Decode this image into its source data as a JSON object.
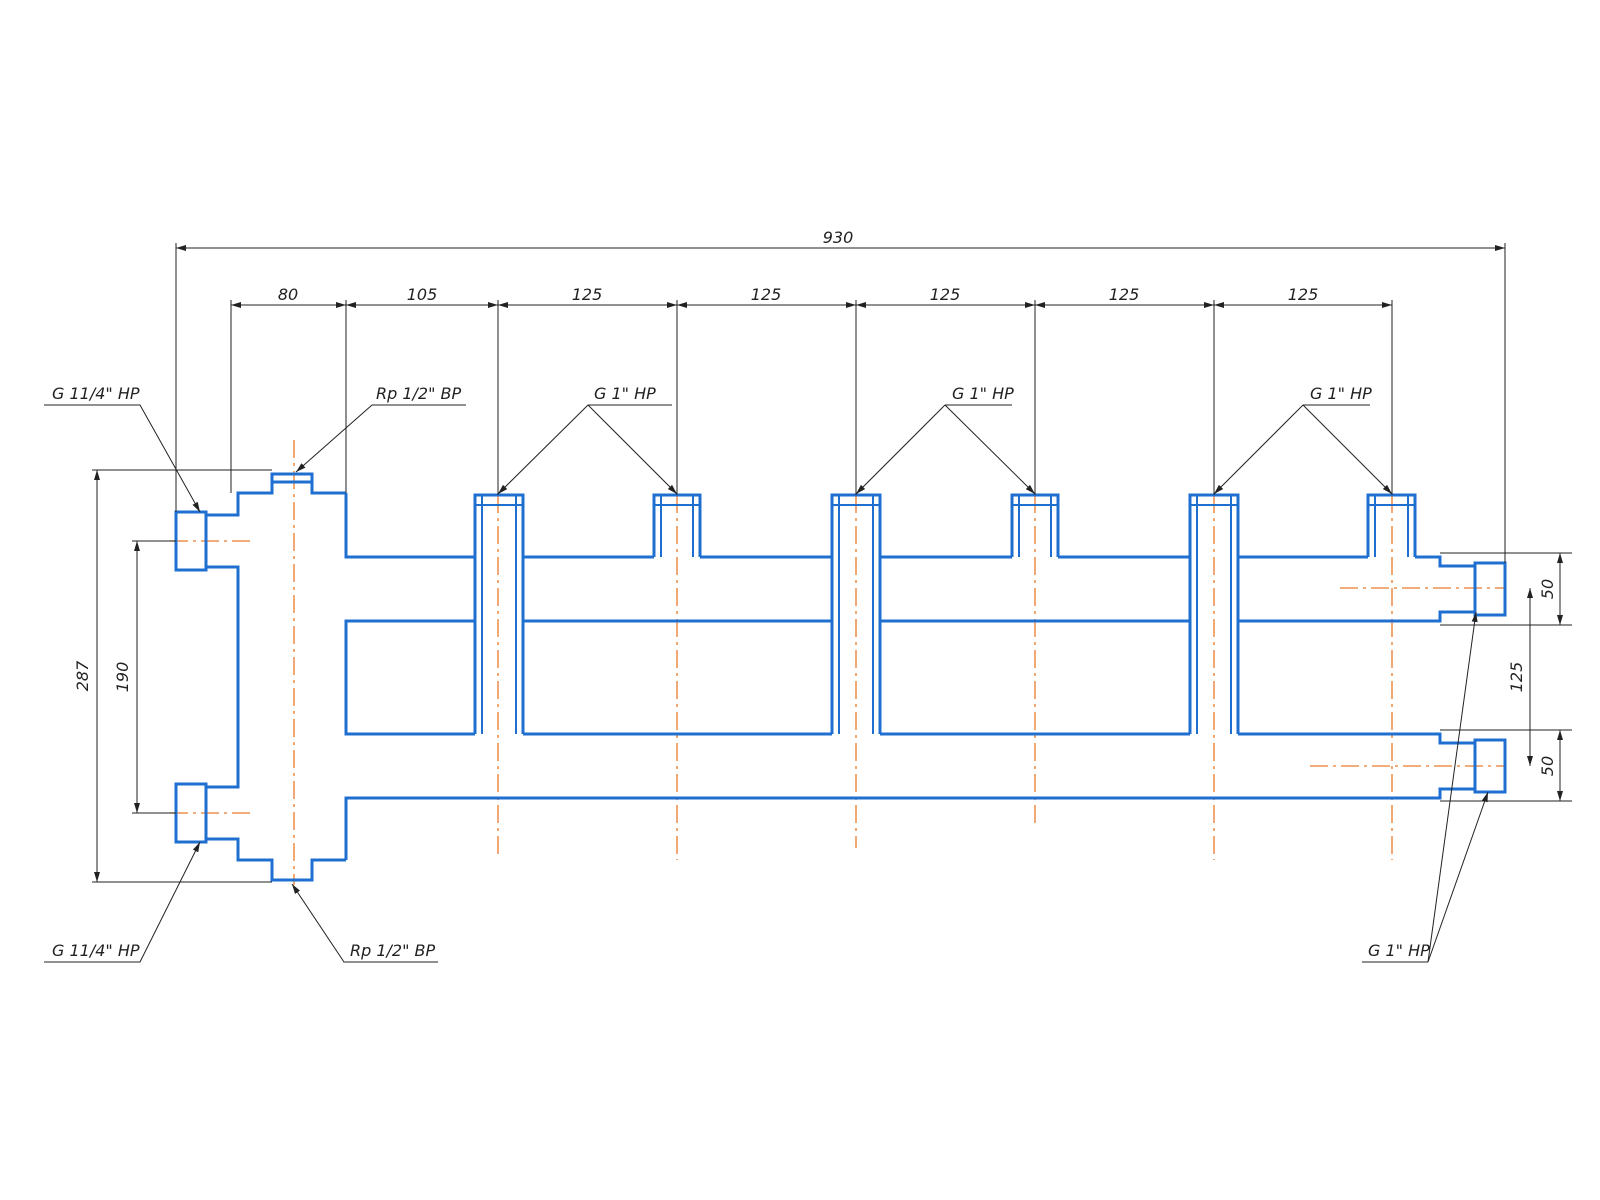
{
  "dimensions": {
    "overall": "930",
    "s1": "80",
    "s2": "105",
    "s3": "125",
    "s4": "125",
    "s5": "125",
    "s6": "125",
    "s7": "125",
    "height_total": "287",
    "height_inner": "190",
    "right_upper": "50",
    "right_mid": "125",
    "right_lower": "50"
  },
  "labels": {
    "left_top": "G 11/4\" НР",
    "left_bottom": "G 11/4\" НР",
    "vent_top": "Rp 1/2\" ВР",
    "vent_bottom": "Rp 1/2\" ВР",
    "outlet_1": "G 1\" НР",
    "outlet_2": "G 1\" НР",
    "outlet_3": "G 1\" НР",
    "right_bottom": "G 1\" НР"
  }
}
